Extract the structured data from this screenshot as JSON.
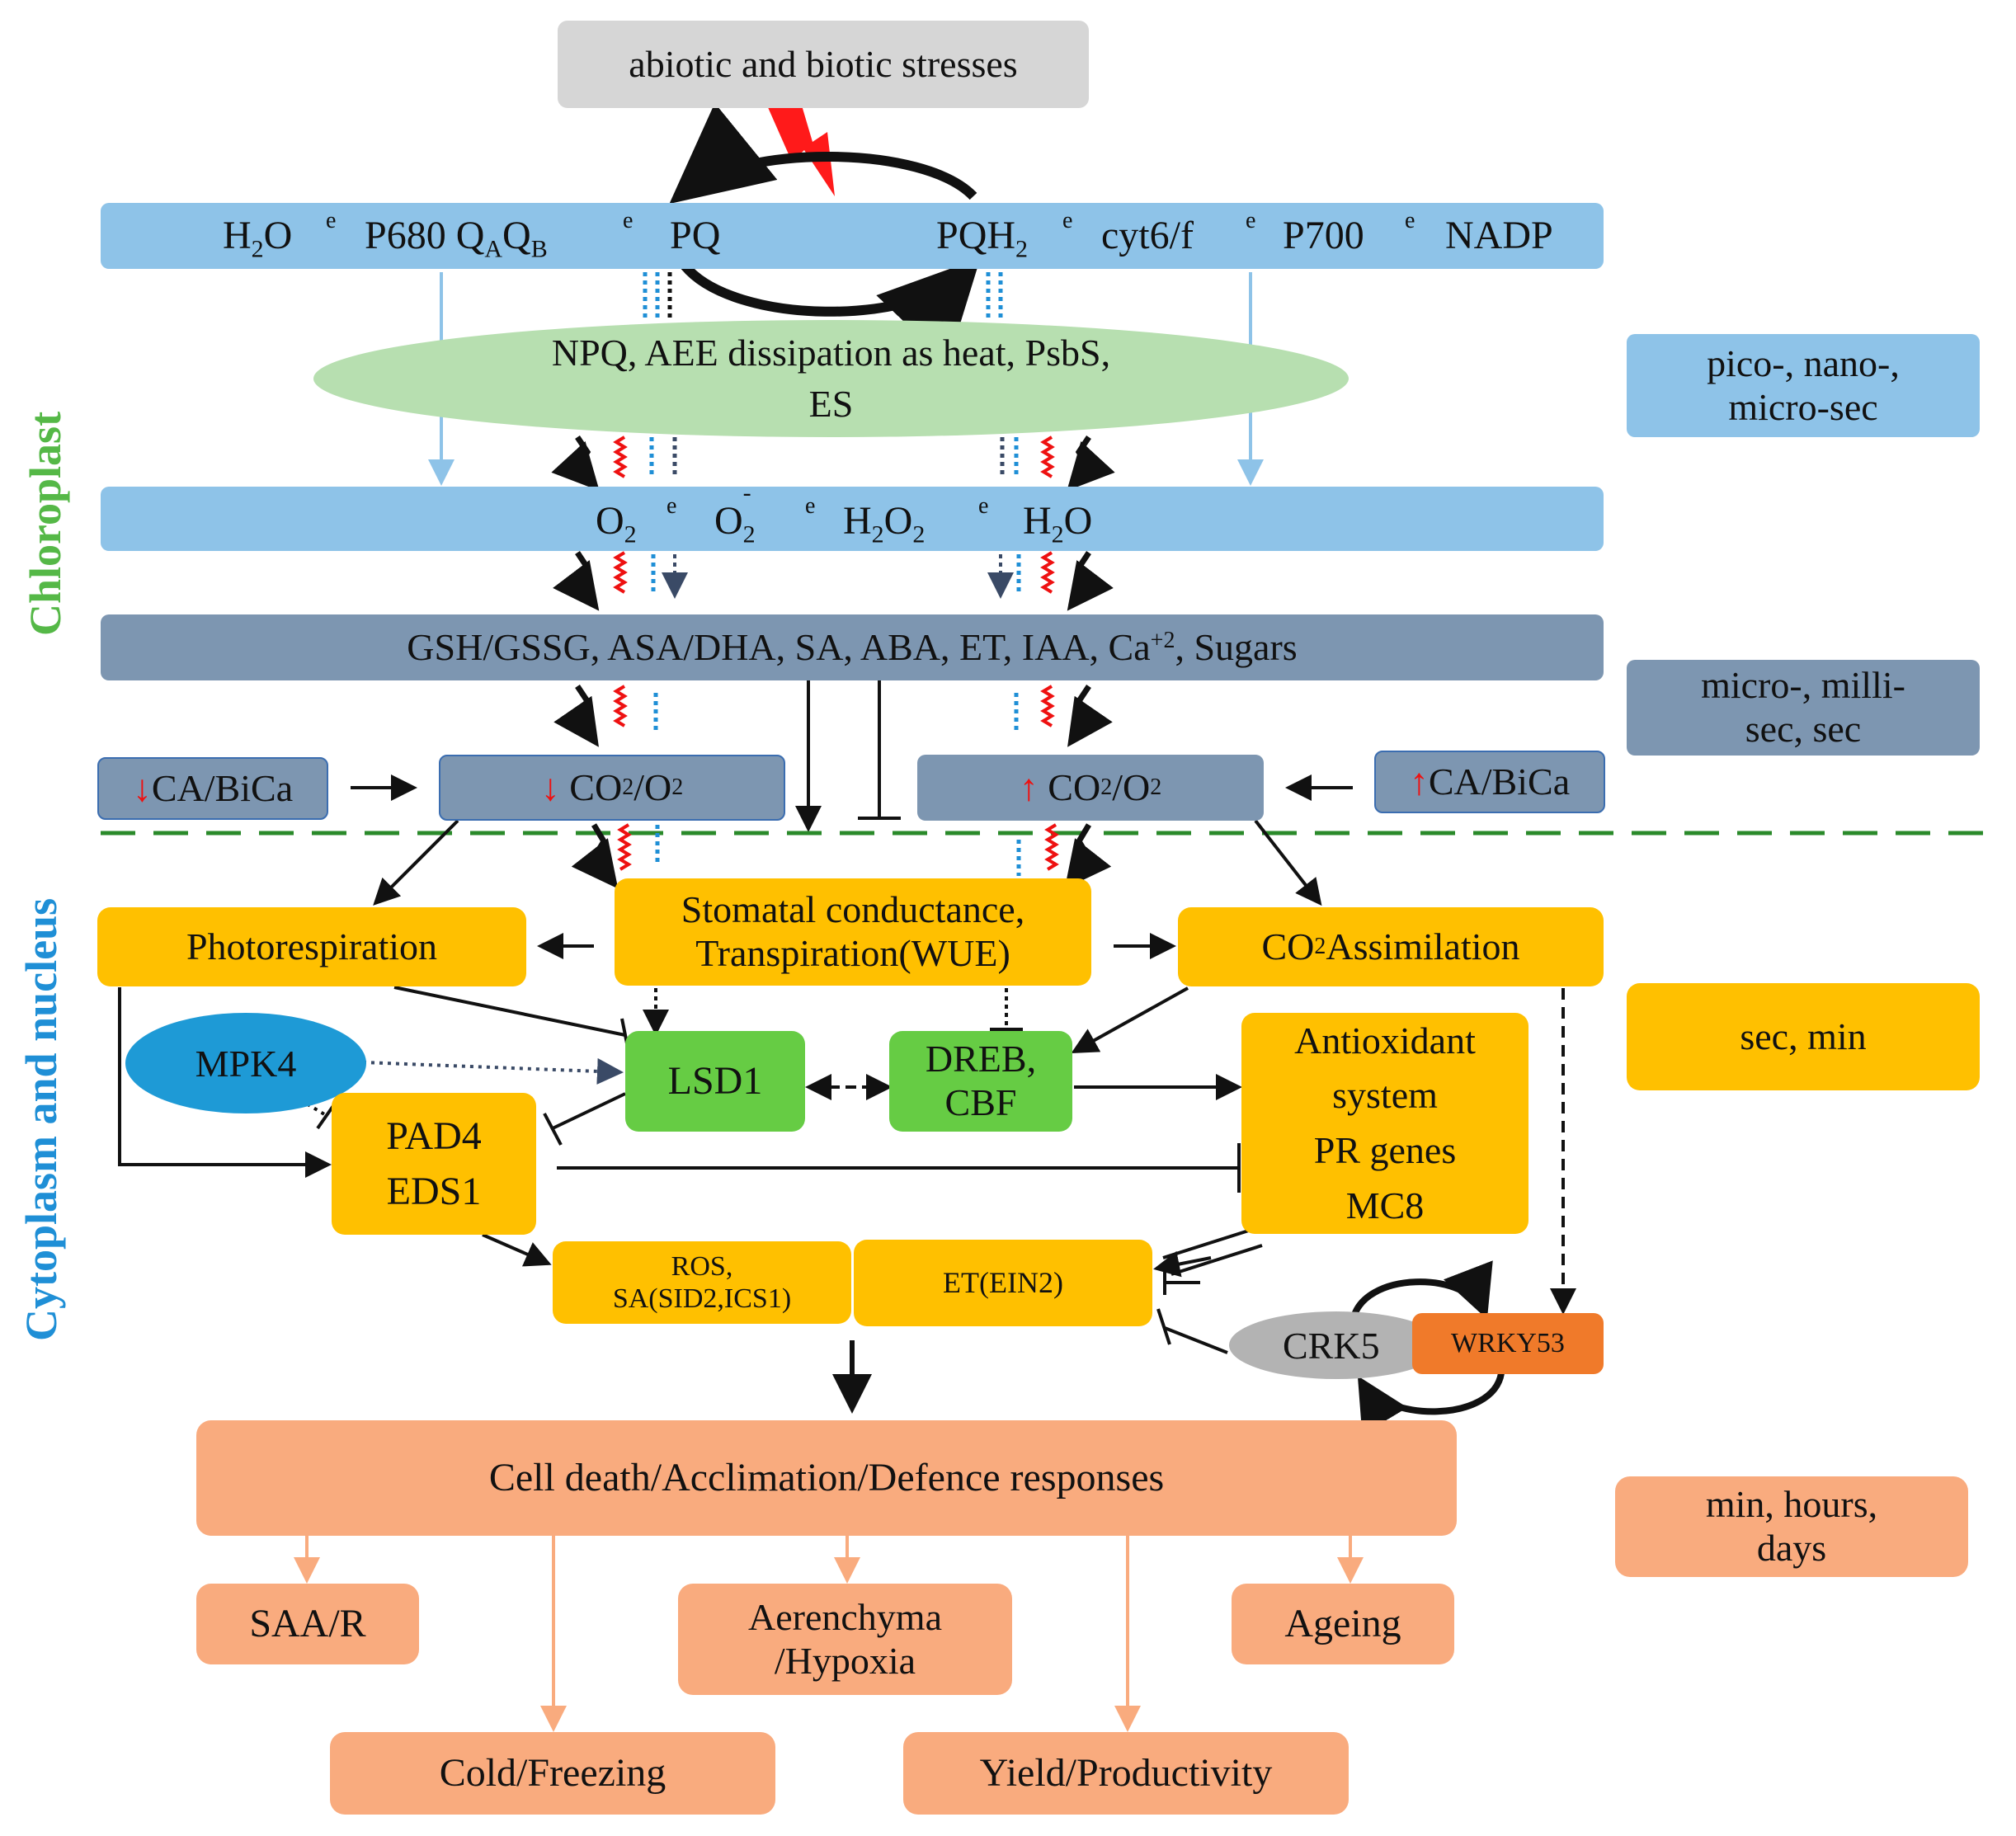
{
  "stress": "abiotic and biotic stresses",
  "electron": "e",
  "row1": {
    "h2o": "H",
    "h2o_sub": "2",
    "h2o_end": "O",
    "p680": "P680 Q",
    "qa_sub": "A",
    "qb": "Q",
    "qb_sub": "B",
    "pq": "PQ",
    "pqh": "PQH",
    "pqh_sub": "2",
    "cyt": "cyt6/f",
    "p700": "P700",
    "nadp": "NADP"
  },
  "npq": {
    "line1": "NPQ, AEE dissipation as heat, PsbS,",
    "line2": "ES"
  },
  "row2": {
    "o2": "O",
    "o2_sub": "2",
    "o2b": "O",
    "o2b_sup": "-",
    "o2b_sub": "2",
    "h2o2": "H",
    "h2o2_sub": "2",
    "h2o2_o": "O",
    "h2o2_sub2": "2",
    "h2o": "H",
    "h2o_sub": "2",
    "h2o_o": "O"
  },
  "row3": {
    "text": "GSH/GSSG, ASA/DHA, SA, ABA, ET, IAA, Ca",
    "sup": "+2",
    "sugars": ", Sugars"
  },
  "row4": {
    "ca_left": "CA/BiCa",
    "co2_left": "CO",
    "co2_left_sub": "2",
    "co2_left_o": "/O",
    "co2_left_sub2": "2",
    "co2_right": "CO",
    "co2_right_sub": "2",
    "co2_right_o": "/O",
    "co2_right_sub2": "2",
    "ca_right": "CA/BiCa"
  },
  "compartments": {
    "chloroplast": "Chloroplast",
    "cytoplasm": "Cytoplasm and nucleus"
  },
  "timescales": {
    "t1a": "pico-, nano-,",
    "t1b": "micro-sec",
    "t2a": "micro-, milli-",
    "t2b": "sec, sec",
    "t3": "sec, min",
    "t4a": "min, hours,",
    "t4b": "days"
  },
  "cyto": {
    "photoresp": "Photorespiration",
    "stomatal1": "Stomatal conductance,",
    "stomatal2": "Transpiration(WUE)",
    "co2assim": "CO",
    "co2assim_sub": "2",
    "co2assim_end": " Assimilation",
    "mpk4": "MPK4",
    "lsd1": "LSD1",
    "dreb1": "DREB,",
    "dreb2": "CBF",
    "antiox1": "Antioxidant",
    "antiox2": "system",
    "antiox3": "PR genes",
    "antiox4": "MC8",
    "pad4": "PAD4",
    "eds1": "EDS1",
    "ros1": "ROS,",
    "ros2": "SA(SID2,ICS1)",
    "et": "ET(EIN2)",
    "crk5": "CRK5",
    "wrky": "WRKY53"
  },
  "outputs": {
    "main": "Cell death/Acclimation/Defence responses",
    "saa": "SAA/R",
    "aeren1": "Aerenchyma",
    "aeren2": "/Hypoxia",
    "ageing": "Ageing",
    "cold": "Cold/Freezing",
    "yield": "Yield/Productivity"
  },
  "colors": {
    "light_blue": "#8ec3e8",
    "slate": "#7d96b1",
    "yellow": "#ffc000",
    "green": "#66cc44",
    "salmon": "#f9ab7e",
    "orange": "#f07a2a",
    "ellipse_green": "#b7dfb0",
    "mpk4_blue": "#1e9ad6",
    "crk5_gray": "#b3b3b3",
    "chloroplast_label": "#55b847",
    "cytoplasm_label": "#1f8fd6",
    "red": "#ee1111"
  }
}
